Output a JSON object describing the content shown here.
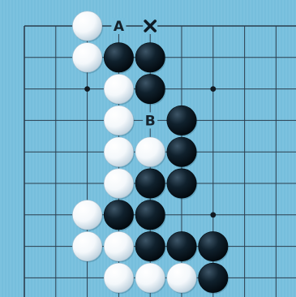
{
  "board": {
    "background_color": "#78c0de",
    "line_color": "#2b3e4e",
    "visible_columns": 9,
    "visible_rows": 9,
    "open_edges": [
      "bottom",
      "right"
    ]
  },
  "star_points": [
    {
      "col": 2,
      "row": 2
    },
    {
      "col": 6,
      "row": 2
    },
    {
      "col": 6,
      "row": 6
    }
  ],
  "stones": [
    {
      "color": "white",
      "col": 2,
      "row": 0
    },
    {
      "color": "white",
      "col": 2,
      "row": 1
    },
    {
      "color": "black",
      "col": 3,
      "row": 1
    },
    {
      "color": "black",
      "col": 4,
      "row": 1
    },
    {
      "color": "white",
      "col": 3,
      "row": 2
    },
    {
      "color": "black",
      "col": 4,
      "row": 2
    },
    {
      "color": "white",
      "col": 3,
      "row": 3
    },
    {
      "color": "black",
      "col": 5,
      "row": 3
    },
    {
      "color": "white",
      "col": 3,
      "row": 4
    },
    {
      "color": "white",
      "col": 4,
      "row": 4
    },
    {
      "color": "black",
      "col": 5,
      "row": 4
    },
    {
      "color": "white",
      "col": 3,
      "row": 5
    },
    {
      "color": "black",
      "col": 4,
      "row": 5
    },
    {
      "color": "black",
      "col": 5,
      "row": 5
    },
    {
      "color": "white",
      "col": 2,
      "row": 6
    },
    {
      "color": "black",
      "col": 3,
      "row": 6
    },
    {
      "color": "black",
      "col": 4,
      "row": 6
    },
    {
      "color": "white",
      "col": 2,
      "row": 7
    },
    {
      "color": "white",
      "col": 3,
      "row": 7
    },
    {
      "color": "black",
      "col": 4,
      "row": 7
    },
    {
      "color": "black",
      "col": 5,
      "row": 7
    },
    {
      "color": "black",
      "col": 6,
      "row": 7
    },
    {
      "color": "white",
      "col": 3,
      "row": 8
    },
    {
      "color": "white",
      "col": 4,
      "row": 8
    },
    {
      "color": "white",
      "col": 5,
      "row": 8
    },
    {
      "color": "black",
      "col": 6,
      "row": 8
    }
  ],
  "markers": [
    {
      "type": "label",
      "text": "A",
      "col": 3,
      "row": 0
    },
    {
      "type": "cross",
      "text": "×",
      "col": 4,
      "row": 0
    },
    {
      "type": "label",
      "text": "B",
      "col": 4,
      "row": 3
    }
  ],
  "icons": {
    "cross": "x-mark-icon"
  }
}
